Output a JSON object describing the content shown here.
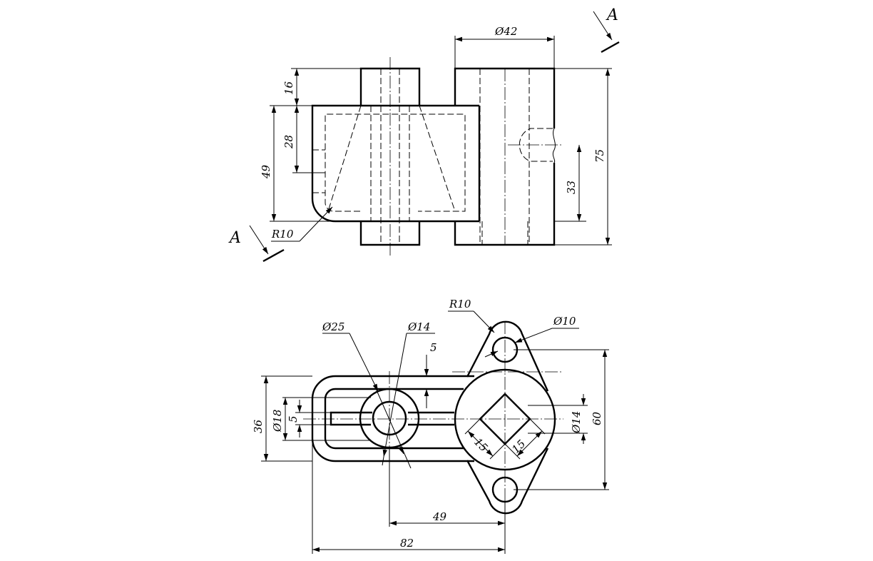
{
  "section_label": "A",
  "top_view": {
    "dimensions": {
      "width_top_hole": "Ø42",
      "height_16": "16",
      "height_28": "28",
      "height_49": "49",
      "radius": "R10",
      "height_33": "33",
      "height_75": "75"
    }
  },
  "plan_view": {
    "dimensions": {
      "boss_diameter": "Ø25",
      "hole_diameter": "Ø14",
      "offset_5_top": "5",
      "lug_radius": "R10",
      "lug_hole_diameter": "Ø10",
      "slot_diameter": "Ø18",
      "slot_width": "5",
      "width_36": "36",
      "right_hole_diameter": "Ø14",
      "lug_spacing": "60",
      "square_side_a": "15",
      "square_side_b": "15",
      "center_distance": "49",
      "overall_length": "82"
    }
  }
}
